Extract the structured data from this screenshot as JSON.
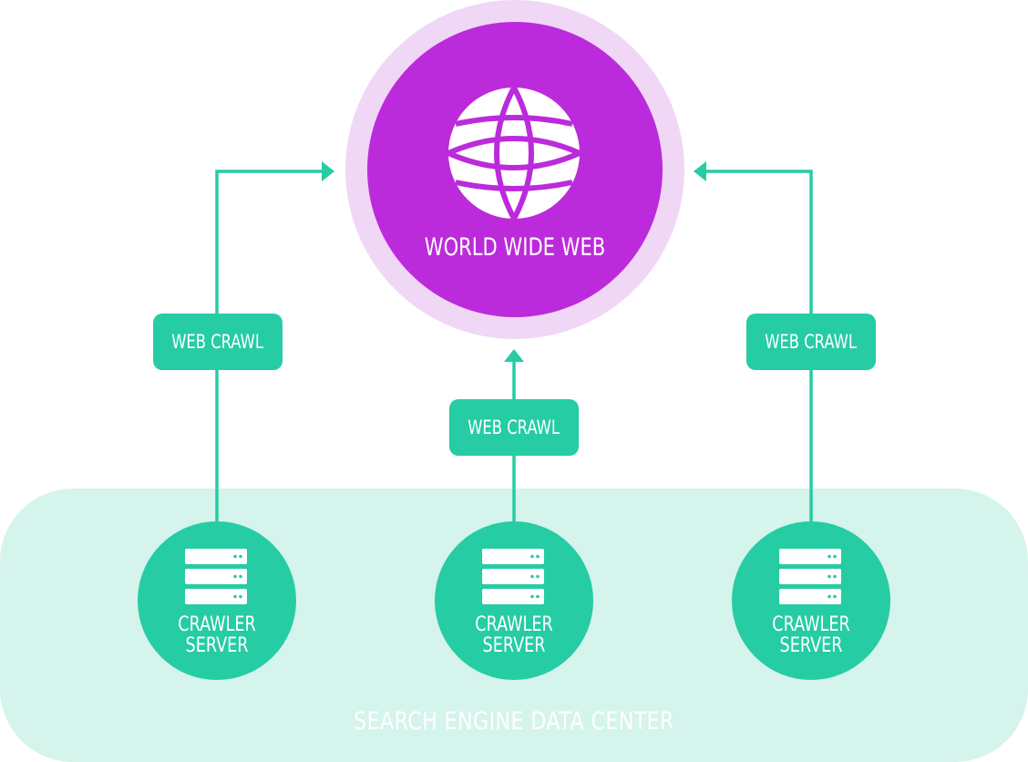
{
  "hub": {
    "label": "WORLD WIDE WEB",
    "icon": "globe-icon"
  },
  "crawls": [
    {
      "label": "WEB CRAWL"
    },
    {
      "label": "WEB CRAWL"
    },
    {
      "label": "WEB CRAWL"
    }
  ],
  "servers": [
    {
      "line1": "CRAWLER",
      "line2": "SERVER",
      "icon": "server-rack-icon"
    },
    {
      "line1": "CRAWLER",
      "line2": "SERVER",
      "icon": "server-rack-icon"
    },
    {
      "line1": "CRAWLER",
      "line2": "SERVER",
      "icon": "server-rack-icon"
    }
  ],
  "datacenter": {
    "label": "SEARCH ENGINE DATA CENTER"
  },
  "colors": {
    "accent_green": "#26cca4",
    "datacenter_bg": "#d4f4ec",
    "hub_purple": "#bb2bdb",
    "hub_halo": "#f0d7f6"
  }
}
